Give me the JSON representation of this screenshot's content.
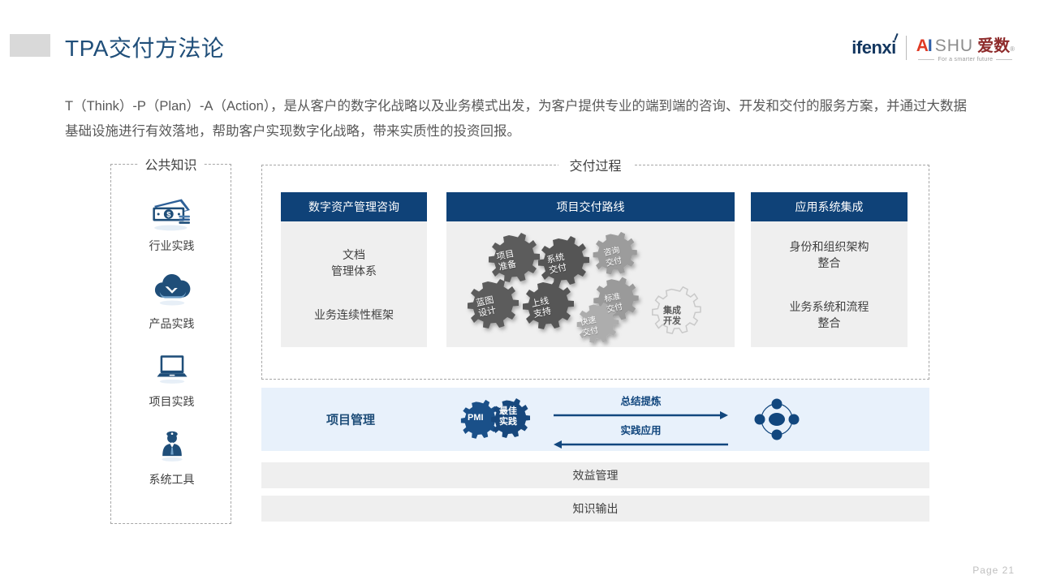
{
  "header": {
    "title": "TPA交付方法论",
    "logo_ifenxi": "ifenxi",
    "logo_aishu_a": "A",
    "logo_aishu_i": "I",
    "logo_aishu_shu": "SHU",
    "logo_aishu_cn": "爱数",
    "logo_aishu_tm": "®",
    "logo_aishu_tagline": "For a smarter future"
  },
  "intro": {
    "paragraph": "T（Think）-P（Plan）-A（Action），是从客户的数字化战略以及业务模式出发，为客户提供专业的端到端的咨询、开发和交付的服务方案，并通过大数据基础设施进行有效落地，帮助客户实现数字化战略，带来实质性的投资回报。"
  },
  "public_knowledge": {
    "title": "公共知识",
    "items": [
      {
        "label": "行业实践",
        "icon": "money-icon"
      },
      {
        "label": "产品实践",
        "icon": "cloud-icon"
      },
      {
        "label": "项目实践",
        "icon": "laptop-icon"
      },
      {
        "label": "系统工具",
        "icon": "person-icon"
      }
    ]
  },
  "delivery": {
    "title": "交付过程",
    "cards": [
      {
        "head": "数字资产管理咨询",
        "lines": [
          "文档\n管理体系",
          "业务连续性框架"
        ]
      },
      {
        "head": "项目交付路线",
        "gears": [
          {
            "label": "项目\n准备",
            "tone": "dark"
          },
          {
            "label": "系统\n交付",
            "tone": "dark"
          },
          {
            "label": "咨询\n交付",
            "tone": "mid"
          },
          {
            "label": "蓝图\n设计",
            "tone": "dark"
          },
          {
            "label": "上线\n支持",
            "tone": "dark"
          },
          {
            "label": "标准\n交付",
            "tone": "mid"
          },
          {
            "label": "快速\n交付",
            "tone": "light"
          },
          {
            "label": "集成\n开发",
            "tone": "outline"
          }
        ]
      },
      {
        "head": "应用系统集成",
        "lines": [
          "身份和组织架构\n整合",
          "业务系统和流程\n整合"
        ]
      }
    ]
  },
  "project_management": {
    "title": "项目管理",
    "gear_left": "PMI",
    "gear_right": "最佳\n实践",
    "arrow_top": "总结提炼",
    "arrow_bottom": "实践应用"
  },
  "bottom_bars": [
    {
      "label": "效益管理"
    },
    {
      "label": "知识输出"
    }
  ],
  "footer": {
    "page": "Page  21"
  },
  "colors": {
    "title_blue": "#1f4e79",
    "card_head": "#0f4278",
    "card_body": "#efefef",
    "band_blue": "#e8f1fb",
    "icon_blue": "#1f4e79"
  }
}
